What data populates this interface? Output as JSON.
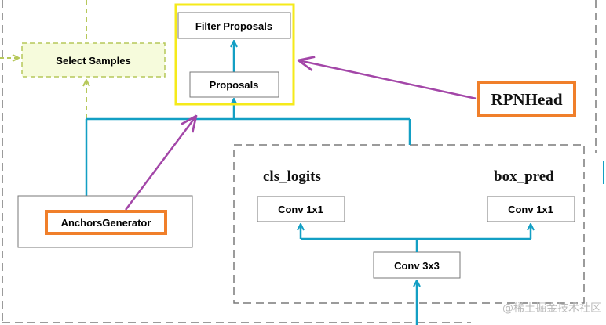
{
  "nodes": {
    "filter_proposals": "Filter Proposals",
    "proposals": "Proposals",
    "select_samples": "Select Samples",
    "anchors_generator": "AnchorsGenerator",
    "rpn_head": "RPNHead",
    "cls_logits": "cls_logits",
    "box_pred": "box_pred",
    "conv_cls": "Conv 1x1",
    "conv_box": "Conv 1x1",
    "conv_3x3": "Conv 3x3"
  },
  "watermark": "@稀土掘金技术社区",
  "colors": {
    "highlight_yellow": "#f5ea1a",
    "highlight_orange": "#f07f2a",
    "flow_cyan": "#139fc4",
    "pointer_purple": "#a346a8",
    "sample_green": "#b6c85a",
    "sample_fill": "#f6fbdc",
    "dash_gray": "#7a7a7a"
  }
}
